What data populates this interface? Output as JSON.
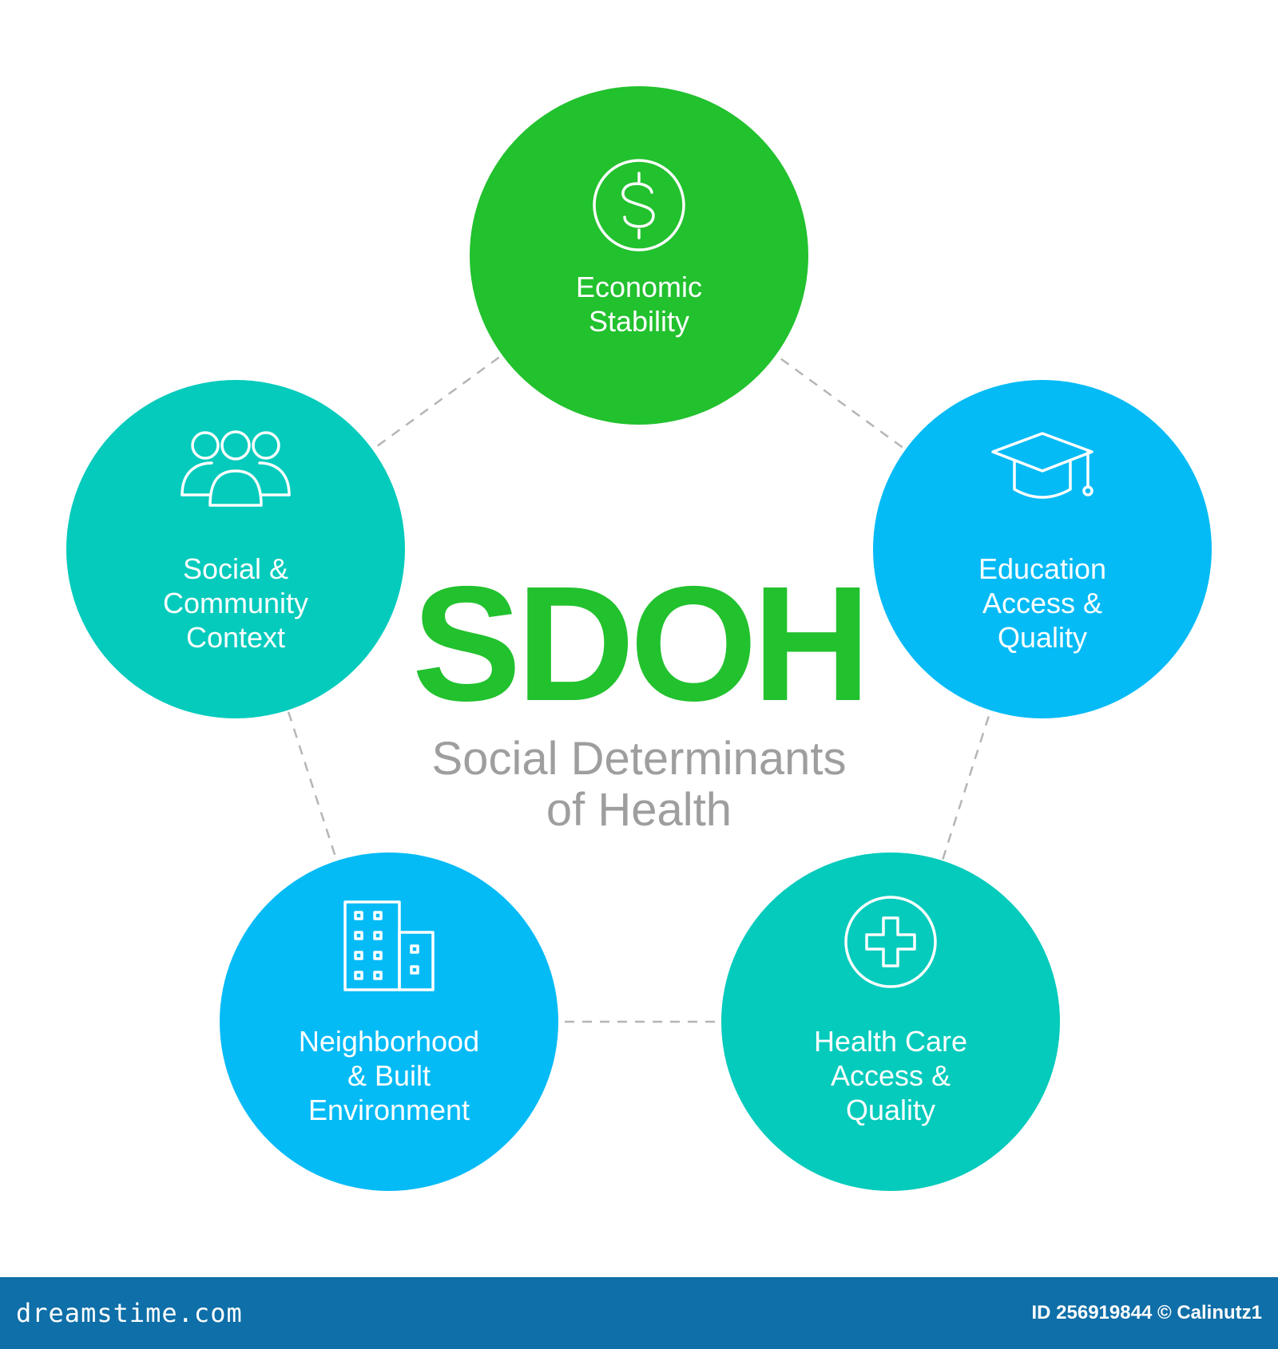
{
  "title": "SDOH",
  "subtitle_lines": [
    "Social Determinants",
    "of Health"
  ],
  "colors": {
    "title": "#22c12e",
    "subtitle": "#9e9e9e",
    "green": "#22c12e",
    "teal": "#04cbbc",
    "blue": "#05bbf6",
    "connector": "#b5b5b5",
    "footer": "#0f6fa8"
  },
  "nodes": [
    {
      "id": "economic-stability",
      "icon": "dollar-icon",
      "color": "green",
      "lines": [
        "Economic",
        "Stability"
      ]
    },
    {
      "id": "education-access-quality",
      "icon": "graduation-cap-icon",
      "color": "blue",
      "lines": [
        "Education",
        "Access &",
        "Quality"
      ]
    },
    {
      "id": "health-care-access-quality",
      "icon": "medical-cross-icon",
      "color": "teal",
      "lines": [
        "Health Care",
        "Access &",
        "Quality"
      ]
    },
    {
      "id": "neighborhood-built-environment",
      "icon": "buildings-icon",
      "color": "blue",
      "lines": [
        "Neighborhood",
        "& Built",
        "Environment"
      ]
    },
    {
      "id": "social-community-context",
      "icon": "people-group-icon",
      "color": "teal",
      "lines": [
        "Social &",
        "Community",
        "Context"
      ]
    }
  ],
  "footer": {
    "brand": "dreamstime.com",
    "credit": "ID 256919844 © Calinutz1"
  }
}
